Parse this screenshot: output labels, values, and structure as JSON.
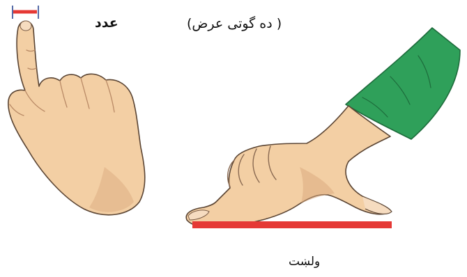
{
  "labels": {
    "adad": "عدد",
    "finger_width": "( ده گوتی عرض)",
    "lenght": "ولښت"
  },
  "colors": {
    "measure_line": "#e53935",
    "measure_end": "#1e3a8a",
    "skin": "#f3cfa4",
    "skin_shadow": "#d9a77c",
    "sleeve": "#2fa05a",
    "outline": "#5a4433"
  }
}
